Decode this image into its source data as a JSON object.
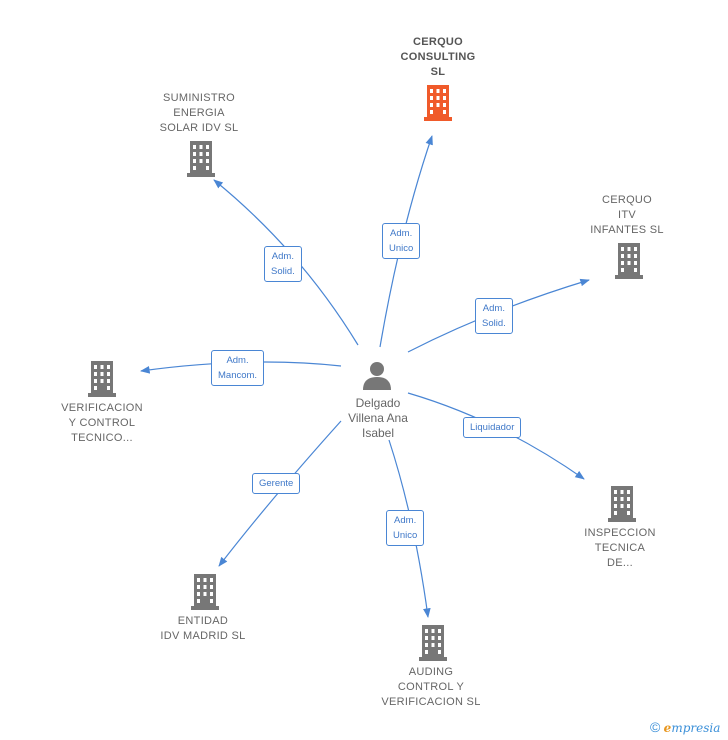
{
  "center": {
    "name": "Delgado\nVillena Ana\nIsabel",
    "icon": "person-icon"
  },
  "companies": [
    {
      "id": "cerquo-consulting",
      "name": "CERQUO\nCONSULTING\nSL",
      "role": "Adm.\nUnico",
      "highlight": true,
      "icon": "building-icon",
      "color": "#f05a2a"
    },
    {
      "id": "suministro-energia",
      "name": "SUMINISTRO\nENERGIA\nSOLAR IDV SL",
      "role": "Adm.\nSolid.",
      "highlight": false,
      "icon": "building-icon",
      "color": "#777777"
    },
    {
      "id": "cerquo-itv",
      "name": "CERQUO\nITV\nINFANTES  SL",
      "role": "Adm.\nSolid.",
      "highlight": false,
      "icon": "building-icon",
      "color": "#777777"
    },
    {
      "id": "verificacion-control",
      "name": "VERIFICACION\nY CONTROL\nTECNICO...",
      "role": "Adm.\nMancom.",
      "highlight": false,
      "icon": "building-icon",
      "color": "#777777"
    },
    {
      "id": "inspeccion-tecnica",
      "name": "INSPECCION\nTECNICA\nDE...",
      "role": "Liquidador",
      "highlight": false,
      "icon": "building-icon",
      "color": "#777777"
    },
    {
      "id": "entidad-idv",
      "name": "ENTIDAD\nIDV MADRID SL",
      "role": "Gerente",
      "highlight": false,
      "icon": "building-icon",
      "color": "#777777"
    },
    {
      "id": "auding-control",
      "name": "AUDING\nCONTROL Y\nVERIFICACION SL",
      "role": "Adm.\nUnico",
      "highlight": false,
      "icon": "building-icon",
      "color": "#777777"
    }
  ],
  "footer": {
    "copyright": "©",
    "brand_initial": "e",
    "brand_rest": "mpresia"
  },
  "colors": {
    "edge": "#4a86d4",
    "highlight": "#f05a2a",
    "building": "#777777"
  }
}
